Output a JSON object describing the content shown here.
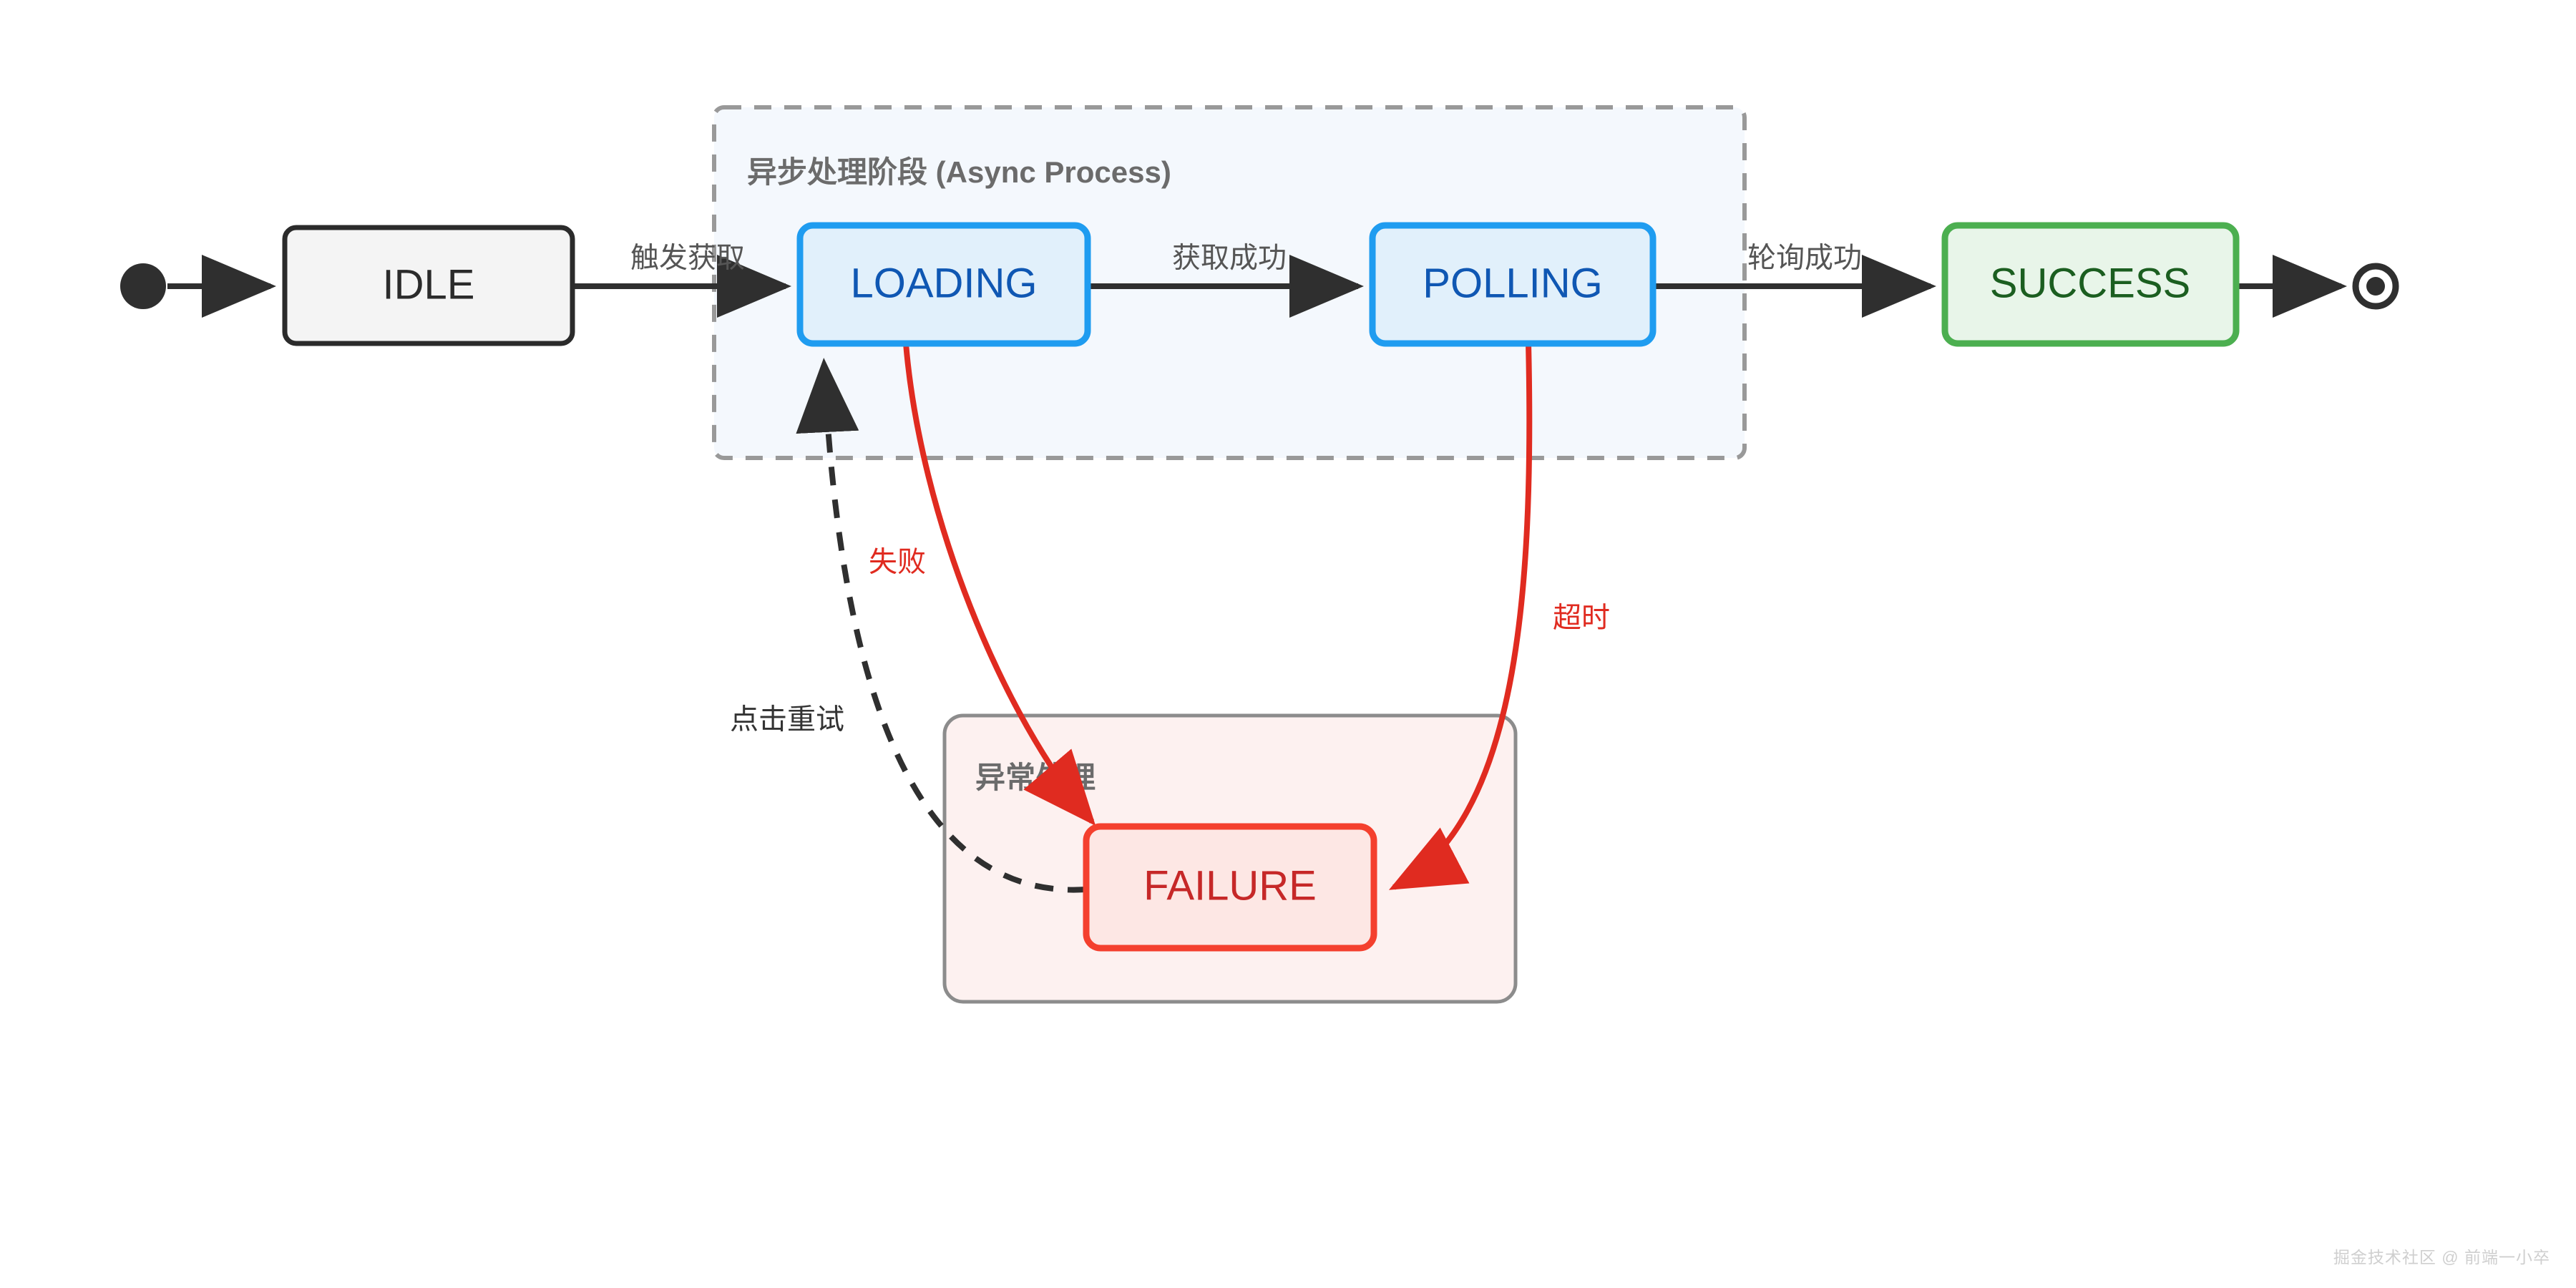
{
  "diagram": {
    "type": "state-machine-flowchart",
    "background": "#ffffff",
    "clusters": [
      {
        "id": "async-process",
        "title": "异步处理阶段 (Async Process)",
        "border_style": "dashed",
        "border_color": "#999999",
        "fill": "#f4f8fd"
      },
      {
        "id": "exception-handling",
        "title": "异常处理",
        "border_style": "solid",
        "border_color": "#8c8c8c",
        "fill": "#fdf1f0"
      }
    ],
    "nodes": [
      {
        "id": "start",
        "label": "",
        "shape": "filled-circle",
        "fill": "#2f2f2f"
      },
      {
        "id": "idle",
        "label": "IDLE",
        "shape": "rounded-rect",
        "fill": "#f4f4f4",
        "border": "#2b2b2b",
        "text_color": "#2b2b2b"
      },
      {
        "id": "loading",
        "label": "LOADING",
        "shape": "rounded-rect",
        "fill": "#e1f0fb",
        "border": "#1f9cf0",
        "text_color": "#0f57b3"
      },
      {
        "id": "polling",
        "label": "POLLING",
        "shape": "rounded-rect",
        "fill": "#e1f0fb",
        "border": "#1f9cf0",
        "text_color": "#0f57b3"
      },
      {
        "id": "success",
        "label": "SUCCESS",
        "shape": "rounded-rect",
        "fill": "#e8f5e9",
        "border": "#4caf50",
        "text_color": "#1b5e20"
      },
      {
        "id": "failure",
        "label": "FAILURE",
        "shape": "rounded-rect",
        "fill": "#fde7e4",
        "border": "#f4402e",
        "text_color": "#c62828"
      },
      {
        "id": "end",
        "label": "",
        "shape": "double-circle",
        "fill": "#2f2f2f"
      }
    ],
    "edges": [
      {
        "id": "e-start-idle",
        "from": "start",
        "to": "idle",
        "label": "",
        "style": "solid",
        "color": "#2b2b2b"
      },
      {
        "id": "e-idle-loading",
        "from": "idle",
        "to": "loading",
        "label": "触发获取",
        "style": "solid",
        "color": "#2b2b2b",
        "label_color": "#555555"
      },
      {
        "id": "e-loading-polling",
        "from": "loading",
        "to": "polling",
        "label": "获取成功",
        "style": "solid",
        "color": "#2b2b2b",
        "label_color": "#555555"
      },
      {
        "id": "e-polling-success",
        "from": "polling",
        "to": "success",
        "label": "轮询成功",
        "style": "solid",
        "color": "#2b2b2b",
        "label_color": "#555555"
      },
      {
        "id": "e-success-end",
        "from": "success",
        "to": "end",
        "label": "",
        "style": "solid",
        "color": "#2b2b2b"
      },
      {
        "id": "e-loading-failure",
        "from": "loading",
        "to": "failure",
        "label": "失败",
        "style": "solid",
        "color": "#e02b20",
        "label_color": "#e02b20"
      },
      {
        "id": "e-polling-failure",
        "from": "polling",
        "to": "failure",
        "label": "超时",
        "style": "solid",
        "color": "#e02b20",
        "label_color": "#e02b20"
      },
      {
        "id": "e-failure-loading",
        "from": "failure",
        "to": "loading",
        "label": "点击重试",
        "style": "dashed",
        "color": "#2b2b2b",
        "label_color": "#333333"
      }
    ]
  },
  "watermark": {
    "text": "掘金技术社区 @ 前端一小卒"
  }
}
